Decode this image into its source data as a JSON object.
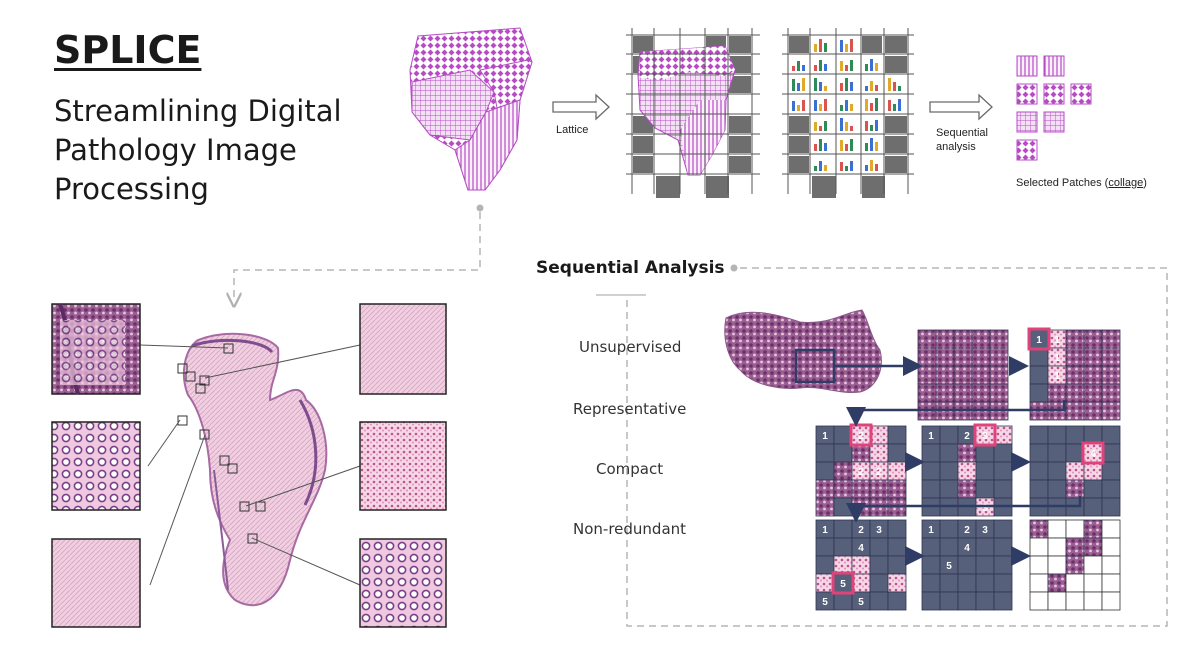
{
  "header": {
    "title": "SPLICE",
    "subtitle": "Streamlining Digital Pathology Image Processing"
  },
  "pipeline": {
    "lattice_label": "Lattice",
    "sequential_label_line1": "Sequential",
    "sequential_label_line2": "analysis",
    "selected_label": "Selected Patches (",
    "collage_link": "collage",
    "selected_label_end": ")"
  },
  "sequential_analysis": {
    "title": "Sequential Analysis",
    "properties": [
      "Unsupervised",
      "Representative",
      "Compact",
      "Non-redundant"
    ],
    "grid_numbers": [
      "1",
      "2",
      "3",
      "4",
      "5"
    ]
  },
  "colors": {
    "tissue_purple": "#b64bc4",
    "grid_gray": "#6e6e6e",
    "highlight_pink": "#e0427a",
    "grid_navy": "#56607a",
    "arrow_navy": "#2f3d66"
  }
}
